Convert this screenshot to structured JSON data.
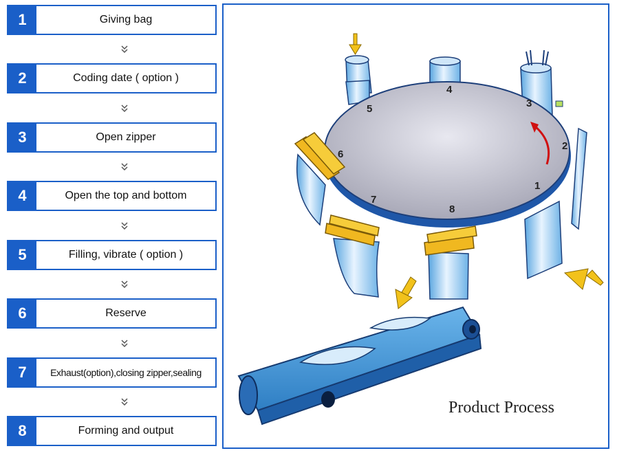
{
  "steps": [
    {
      "num": "1",
      "label": "Giving bag"
    },
    {
      "num": "2",
      "label": "Coding date ( option )"
    },
    {
      "num": "3",
      "label": "Open zipper"
    },
    {
      "num": "4",
      "label": "Open the top and bottom"
    },
    {
      "num": "5",
      "label": "Filling, vibrate ( option )"
    },
    {
      "num": "6",
      "label": "Reserve"
    },
    {
      "num": "7",
      "label": "Exhaust(option),closing zipper,sealing"
    },
    {
      "num": "8",
      "label": "Forming and output"
    }
  ],
  "diagram": {
    "station_numbers": [
      "1",
      "2",
      "3",
      "4",
      "5",
      "6",
      "7",
      "8"
    ],
    "caption": "Product Process"
  },
  "colors": {
    "step_blue": "#1a5fc8",
    "table_gray": "#b8b8c6",
    "arrow_yellow": "#f2c21b",
    "rotation_red": "#d01010",
    "part_blue": "#8fc4ec"
  },
  "icons": {
    "separator": "double-chevron-down-icon",
    "rotation": "curved-arrow-icon"
  }
}
